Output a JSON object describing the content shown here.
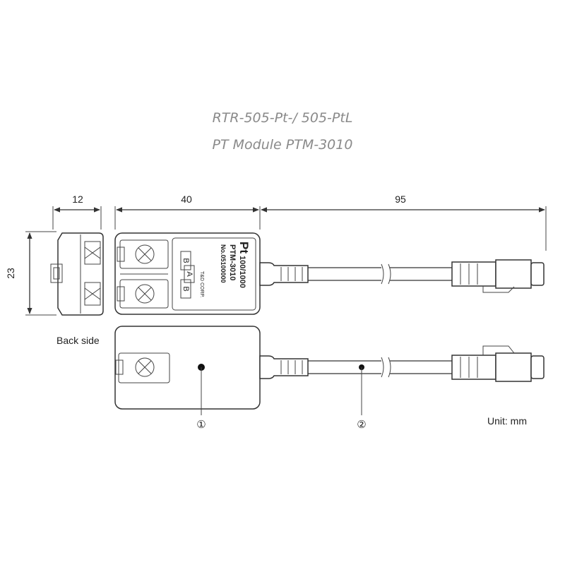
{
  "title_line1": "RTR-505-Pt-/ 505-PtL",
  "title_line2": "PT Module PTM-3010",
  "dimensions": {
    "width_side": "12",
    "width_module": "40",
    "cable_length": "95",
    "height": "23"
  },
  "labels": {
    "back_side": "Back side",
    "unit": "Unit: mm",
    "callout_1": "①",
    "callout_2": "②"
  },
  "module_label": {
    "pt_main": "Pt",
    "pt_sub": "100/1000",
    "model": "PTM-3010",
    "serial": "No.05100000",
    "maker": "T&D CORP.",
    "term_b1": "B",
    "term_a": "A",
    "term_b2": "B"
  }
}
